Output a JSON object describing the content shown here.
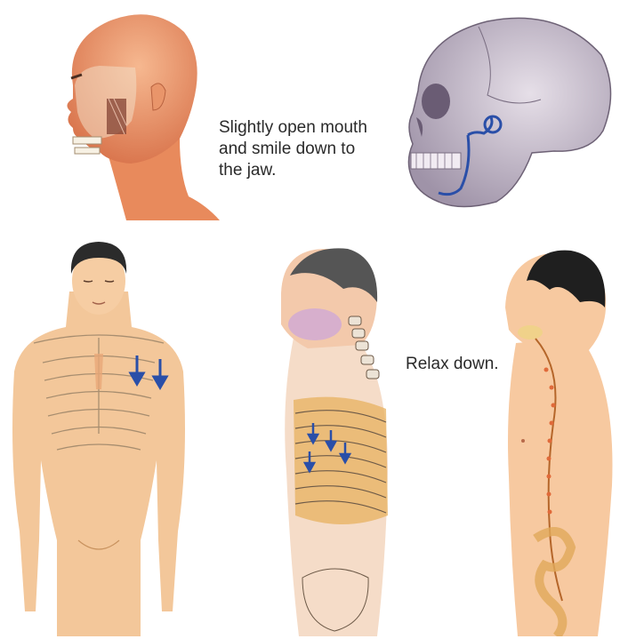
{
  "captions": {
    "jaw_line1": "Slightly open mouth",
    "jaw_line2": "and smile down to",
    "jaw_line3": "the jaw.",
    "relax": "Relax down."
  },
  "colors": {
    "skin": "#f3c79a",
    "skin_shadow": "#e8a878",
    "bone": "#f4ead8",
    "bone_line": "#9a8468",
    "hair": "#2b2b2b",
    "arrow_blue": "#2a4fa8",
    "skull_gray": "#b9b0bc",
    "rib_orange": "#d99a48"
  },
  "figures": {
    "head_side": "head-profile-with-jaw-muscle",
    "skull": "skull-with-jaw-joint",
    "front_torso": "front-torso-with-ribcage",
    "side_torso": "side-torso-with-ribcage-and-spine",
    "side_body": "side-body-with-spine-and-digestive-tract"
  }
}
